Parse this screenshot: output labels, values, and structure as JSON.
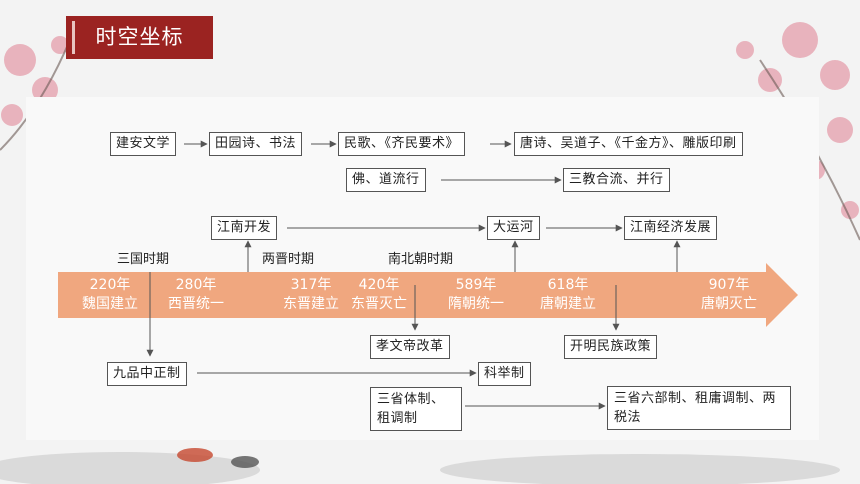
{
  "title": "时空坐标",
  "colors": {
    "accent": "#9b2321",
    "arrow_band": "#f0a77f",
    "line": "#555555"
  },
  "top_chain": [
    "建安文学",
    "田园诗、书法",
    "民歌、《齐民要术》",
    "唐诗、吴道子、《千金方》、雕版印刷"
  ],
  "religion_chain": [
    "佛、道流行",
    "三教合流、并行"
  ],
  "upper_events": [
    "江南开发",
    "大运河",
    "江南经济发展"
  ],
  "eras": [
    "三国时期",
    "两晋时期",
    "南北朝时期"
  ],
  "timeline": [
    {
      "year": "220年",
      "event": "魏国建立"
    },
    {
      "year": "280年",
      "event": "西晋统一"
    },
    {
      "year": "317年",
      "event": "东晋建立"
    },
    {
      "year": "420年",
      "event": "东晋灭亡"
    },
    {
      "year": "589年",
      "event": "隋朝统一"
    },
    {
      "year": "618年",
      "event": "唐朝建立"
    },
    {
      "year": "907年",
      "event": "唐朝灭亡"
    }
  ],
  "lower_events": {
    "reform": "孝文帝改革",
    "ethnic_policy": "开明民族政策",
    "jiupin": "九品中正制",
    "keju": "科举制",
    "sansheng_a": "三省体制、租调制",
    "sansheng_b": "三省六部制、租庸调制、两税法"
  }
}
